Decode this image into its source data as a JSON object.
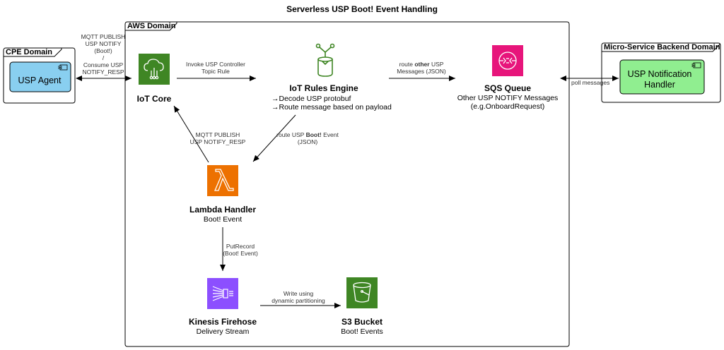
{
  "title": "Serverless USP Boot! Event Handling",
  "frames": {
    "cpe": "CPE Domain",
    "aws": "AWS Domain",
    "micro": "Micro-Service Backend Domain"
  },
  "components": {
    "usp_agent": "USP Agent",
    "notification_handler": [
      "USP Notification",
      "Handler"
    ]
  },
  "nodes": {
    "iot_core": {
      "title": "IoT Core"
    },
    "rules_engine": {
      "title": "IoT Rules Engine",
      "lines": [
        "Decode USP protobuf",
        "Route message based on payload"
      ]
    },
    "sqs": {
      "title": "SQS Queue",
      "lines": [
        "Other USP NOTIFY Messages",
        "(e.g.OnboardRequest)"
      ]
    },
    "lambda": {
      "title": "Lambda Handler",
      "lines": [
        "Boot! Event"
      ]
    },
    "kinesis": {
      "title": "Kinesis Firehose",
      "lines": [
        "Delivery Stream"
      ]
    },
    "s3": {
      "title": "S3 Bucket",
      "lines": [
        "Boot! Events"
      ]
    }
  },
  "edges": {
    "agent_iot": [
      "MQTT PUBLISH",
      "USP NOTIFY",
      "(Boot!)",
      "/",
      "Consume USP",
      "NOTIFY_RESP"
    ],
    "iot_rules": [
      "Invoke USP Controller",
      "Topic Rule"
    ],
    "rules_sqs": {
      "line1_pre": "route ",
      "line1_bold": "other",
      "line1_post": " USP",
      "line2": "Messages (JSON)"
    },
    "sqs_handler": [
      "poll messages"
    ],
    "rules_lambda": {
      "line1_pre": "route USP ",
      "line1_bold": "Boot!",
      "line1_post": " Event",
      "line2": "(JSON)"
    },
    "lambda_iot": [
      "MQTT PUBLISH",
      "USP NOTIFY_RESP"
    ],
    "lambda_kinesis": [
      "PutRecord",
      "(Boot! Event)"
    ],
    "kinesis_s3": [
      "Write using",
      "dynamic partitioning"
    ]
  },
  "colors": {
    "iot_core_icon": "#3F8624",
    "rules_engine_icon": "#3F8624",
    "sqs_icon": "#E7157B",
    "lambda_icon": "#ED7100",
    "kinesis_icon": "#8C4FFF",
    "s3_icon": "#3F8624",
    "usp_agent_fill": "#89CFF0",
    "handler_fill": "#90EE90"
  },
  "icons": {
    "iot_core": "iot-core-icon",
    "rules_engine": "iot-rules-icon",
    "sqs": "sqs-queue-icon",
    "lambda": "lambda-icon",
    "kinesis": "kinesis-firehose-icon",
    "s3": "s3-bucket-icon"
  }
}
